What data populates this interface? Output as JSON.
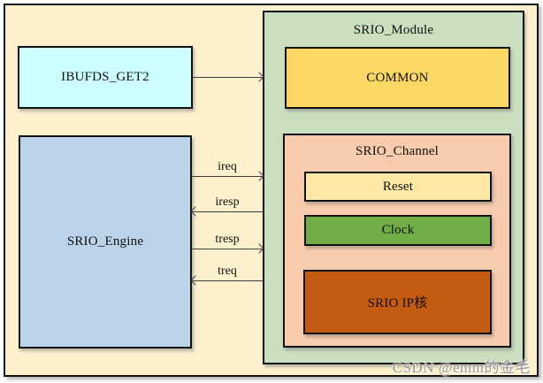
{
  "diagram": {
    "background": "#FCF1CC",
    "border_color": "#111111",
    "blocks": {
      "ibufds": {
        "label": "IBUFDS_GET2",
        "fill": "#CCFFFF"
      },
      "engine": {
        "label": "SRIO_Engine",
        "fill": "#BCD4EA"
      },
      "module": {
        "label": "SRIO_Module",
        "fill": "#C9DFBE"
      },
      "common": {
        "label": "COMMON",
        "fill": "#FCD763"
      },
      "channel": {
        "label": "SRIO_Channel",
        "fill": "#F8CBAD"
      },
      "reset": {
        "label": "Reset",
        "fill": "#FDE9A3"
      },
      "clock": {
        "label": "Clock",
        "fill": "#70AD47"
      },
      "ip_core": {
        "label": "SRIO IP核",
        "fill": "#C55A11"
      }
    },
    "arrows": [
      {
        "label": "",
        "direction": "right"
      },
      {
        "label": "ireq",
        "direction": "right"
      },
      {
        "label": "iresp",
        "direction": "left"
      },
      {
        "label": "tresp",
        "direction": "right"
      },
      {
        "label": "treq",
        "direction": "left"
      }
    ],
    "watermark": "CSDN @emm的金毛"
  }
}
